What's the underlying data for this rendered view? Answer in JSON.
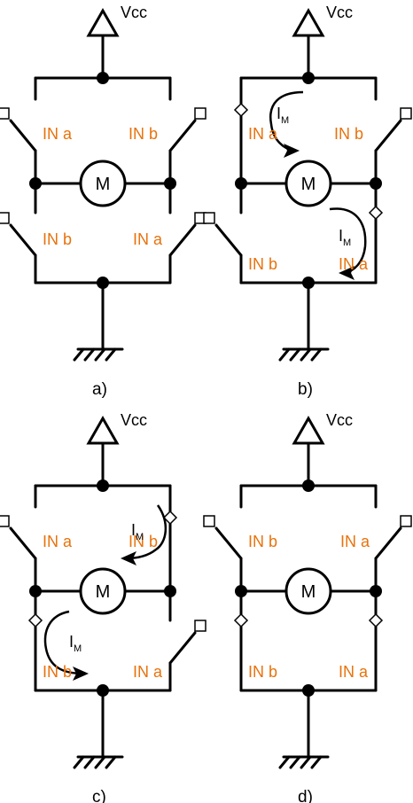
{
  "colors": {
    "label": "#e8720c",
    "line": "#000000"
  },
  "vcc_label": "Vcc",
  "motor_label": "M",
  "current_label": "I",
  "current_subscript": "M",
  "panels": [
    {
      "caption": "a)",
      "labels": [
        "IN a",
        "IN b",
        "IN b",
        "IN a"
      ],
      "switches": [
        "open",
        "open",
        "open",
        "open"
      ],
      "current_arrows": []
    },
    {
      "caption": "b)",
      "labels": [
        "IN a",
        "IN b",
        "IN b",
        "IN a"
      ],
      "switches": [
        "closed",
        "open",
        "open",
        "closed"
      ],
      "current_arrows": [
        "top-left",
        "bottom-right"
      ]
    },
    {
      "caption": "c)",
      "labels": [
        "IN a",
        "IN b",
        "IN b",
        "IN a"
      ],
      "switches": [
        "open",
        "closed",
        "closed",
        "open"
      ],
      "current_arrows": [
        "top-right",
        "bottom-left"
      ]
    },
    {
      "caption": "d)",
      "labels": [
        "IN b",
        "IN a",
        "IN b",
        "IN a"
      ],
      "switches": [
        "open",
        "open",
        "closed",
        "closed"
      ],
      "current_arrows": []
    }
  ]
}
